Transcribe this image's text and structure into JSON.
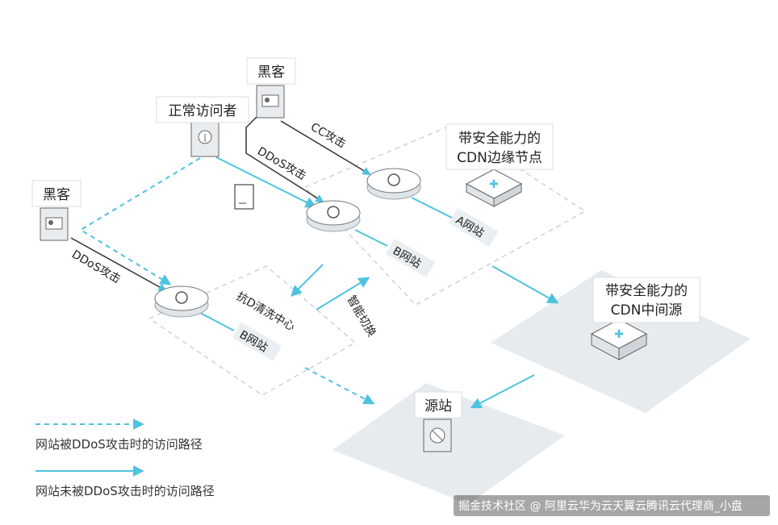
{
  "nodes": {
    "hacker_top": "黑客",
    "normal_visitor": "正常访问者",
    "hacker_left": "黑客",
    "cdn_edge": [
      "带安全能力的",
      "CDN边缘节点"
    ],
    "cdn_middle": [
      "带安全能力的",
      "CDN中间源"
    ],
    "origin": "源站"
  },
  "edges": {
    "cc_attack": "CC攻击",
    "ddos_top": "DDoS攻击",
    "ddos_left": "DDoS攻击",
    "smart_switch": "智能切换"
  },
  "sites": {
    "site_a": "A网站",
    "site_b_top": "B网站",
    "site_b_bottom": "B网站"
  },
  "scrubbing_center": "抗D清洗中心",
  "legend": {
    "dashed": "网站被DDoS攻击时的访问路径",
    "solid": "网站未被DDoS攻击时的访问路径"
  },
  "watermark": "掘金技术社区 @ 阿里云华为云天翼云腾讯云代理商_小盘",
  "colors": {
    "path": "#4ec3e0",
    "zone_fill": "#e9eef2",
    "zone_stroke": "#c9d2d8",
    "node_top": "#ffffff",
    "node_side": "#dfe4e8"
  }
}
